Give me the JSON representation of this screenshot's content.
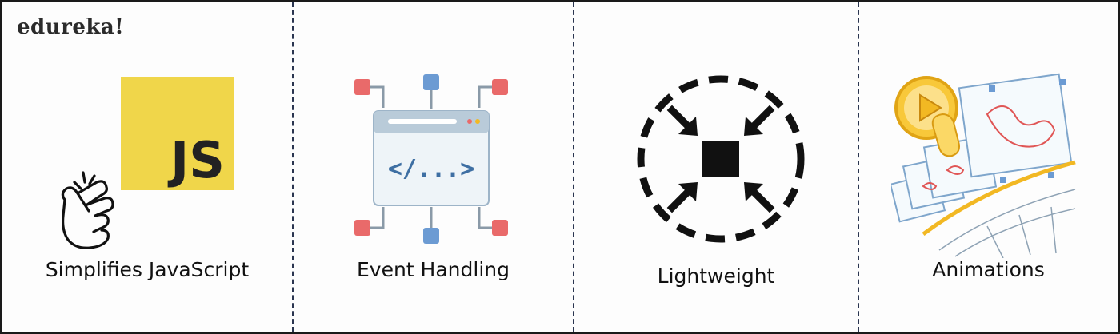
{
  "brand": {
    "logo_text": "edureka!"
  },
  "panels": [
    {
      "label": "Simplifies JavaScript",
      "icon": "js-logo-snap-icon",
      "badge_text": "JS",
      "accent": "#F0DB4F"
    },
    {
      "label": "Event Handling",
      "icon": "code-window-nodes-icon",
      "code_text": "</...>",
      "accent": "#E96A6A"
    },
    {
      "label": "Lightweight",
      "icon": "compress-arrows-icon"
    },
    {
      "label": "Animations",
      "icon": "animation-frames-play-icon",
      "accent": "#F2B823"
    }
  ]
}
